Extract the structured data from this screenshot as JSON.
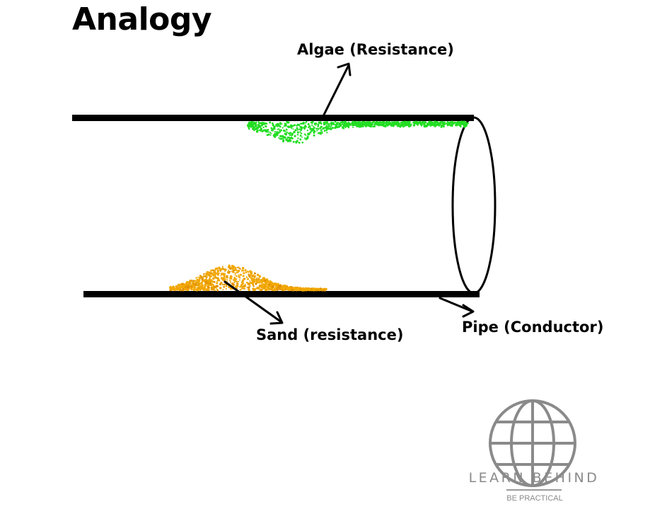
{
  "title": "Analogy",
  "labels": {
    "algae": "Algae (Resistance)",
    "sand": "Sand (resistance)",
    "pipe": "Pipe (Conductor)"
  },
  "logo": {
    "name": "LEARN BEHIND",
    "tagline": "BE PRACTICAL"
  },
  "colors": {
    "algae": "#22dd22",
    "sand": "#f2a800",
    "pipe": "#000000",
    "logo": "#8a8a8a"
  },
  "icons": [
    "globe-icon",
    "arrow-icon"
  ]
}
